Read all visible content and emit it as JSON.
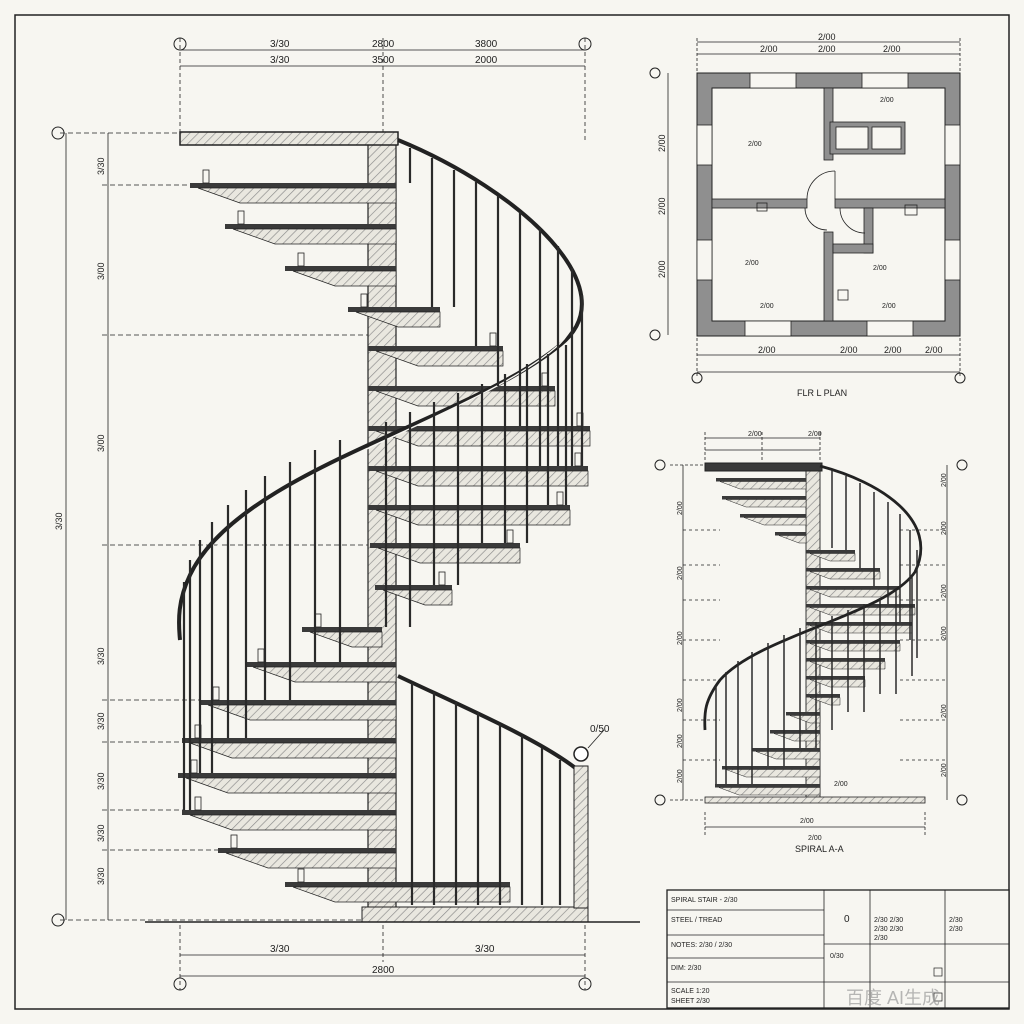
{
  "colors": {
    "paper": "#f7f6f1",
    "ink": "#1e1e1e",
    "steel_dark": "#3a3a3a",
    "hatch": "#8a8a8a",
    "wall_fill": "#8f8f8f"
  },
  "icons": [
    "grid-bubble-icon",
    "door-swing-icon",
    "newel-ball-icon"
  ],
  "elevation": {
    "top_dims": [
      "3/30",
      "2800",
      "3800",
      "3/30",
      "3500",
      "2000"
    ],
    "bottom_dims": [
      "3/30",
      "3/30",
      "2800"
    ],
    "side_dims": [
      "3/30",
      "3/00",
      "3/00",
      "3/30",
      "3/30",
      "3/30",
      "3/30",
      "3/30"
    ],
    "total_height": "3/30",
    "newel_tag": "0/50"
  },
  "plan": {
    "top_dim": "2/00",
    "sub_dims": [
      "2/00",
      "2/00",
      "2/00"
    ],
    "side_dims": [
      "2/00",
      "2/00",
      "2/00"
    ],
    "room_tags": [
      "2/00",
      "2/00",
      "2/00",
      "2/00"
    ],
    "window_tags": [
      "2/00",
      "2/00"
    ],
    "bottom_dims": [
      "2/00",
      "2/00",
      "2/00",
      "2/00"
    ],
    "caption": "FLR L PLAN"
  },
  "section": {
    "top_dims": [
      "2/00",
      "2/00"
    ],
    "left_dims": [
      "2/00",
      "2/00",
      "2/00",
      "2/00",
      "2/00",
      "2/00"
    ],
    "right_dims": [
      "2/00",
      "2/00",
      "2/00",
      "2/00",
      "2/00",
      "2/00"
    ],
    "base_dim": "2/00",
    "base_tag": "2/00",
    "bottom_dim": "2/00",
    "caption": "SPIRAL A-A"
  },
  "title_block": {
    "rows": [
      "SPIRAL STAIR - 2/30",
      "STEEL / TREAD",
      "NOTES: 2/30 / 2/30",
      "DIM: 2/30",
      "SCALE 1:20",
      "SHEET 2/30"
    ],
    "mid": [
      "0",
      "0/30"
    ],
    "right_col1": [
      "2/30 2/30",
      "2/30 2/30",
      "2/30"
    ],
    "right_col2": [
      "2/30",
      "2/30"
    ],
    "watermark": "百度 AI生成"
  }
}
